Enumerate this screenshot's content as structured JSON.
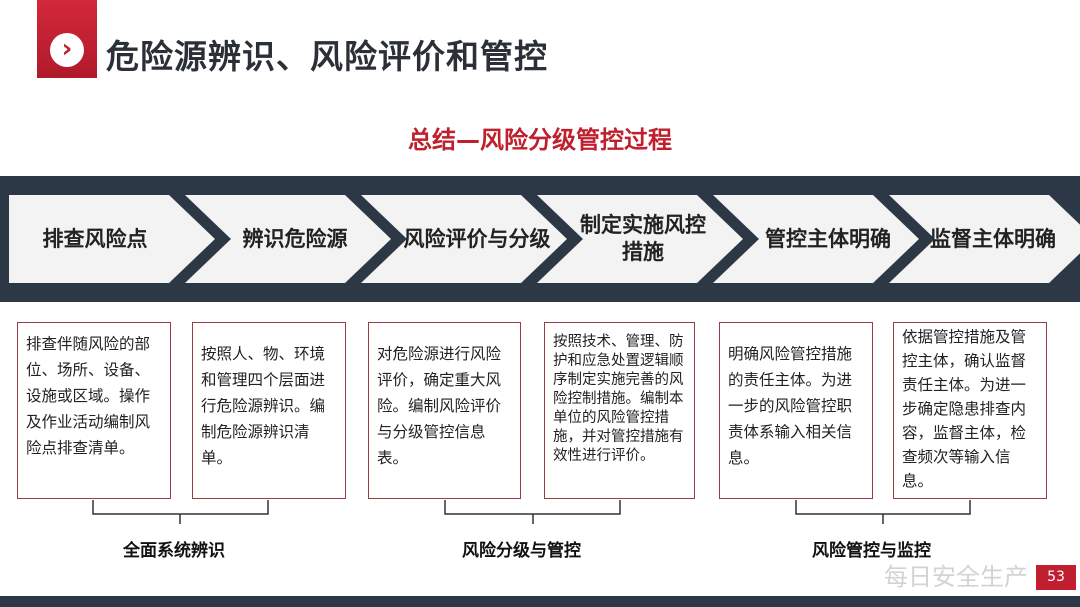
{
  "title": "危险源辨识、风险评价和管控",
  "subtitle": "总结—风险分级管控过程",
  "steps": [
    "排查风险点",
    "辨识危险源",
    "风险评价与分级",
    "制定实施风控措施",
    "管控主体明确",
    "监督主体明确"
  ],
  "boxes": [
    "排查伴随风险的部位、场所、设备、设施或区域。操作及作业活动编制风险点排查清单。",
    "按照人、物、环境和管理四个层面进行危险源辨识。编制危险源辨识清单。",
    "对危险源进行风险评价，确定重大风险。编制风险评价与分级管控信息表。",
    "按照技术、管理、防护和应急处置逻辑顺序制定实施完善的风险控制措施。编制本单位的风险管控措施，并对管控措施有效性进行评价。",
    "明确风险管控措施的责任主体。为进一步的风险管控职责体系输入相关信息。",
    "依据管控措施及管控主体，确认监督责任主体。为进一步确定隐患排查内容，监督主体，检查频次等输入信息。"
  ],
  "groups": [
    "全面系统辨识",
    "风险分级与管控",
    "风险管控与监控"
  ],
  "watermark": "每日安全生产",
  "page_number": "53",
  "colors": {
    "accent": "#c01f30",
    "band": "#2d3847",
    "chevron": "#f3f3f3"
  }
}
